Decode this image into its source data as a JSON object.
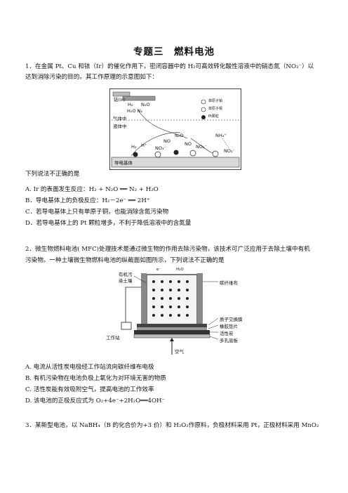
{
  "doc": {
    "title": "专题三　燃料电池",
    "q1": {
      "stem_line1": "1．在金属 Pt、Cu 和铱（Ir）的催化作用下，密闭容器中的 H₂可高效转化酸性溶液中的硝态氮（NO₃⁻）以",
      "stem_line2": "达到消除污染的目的。其工作原理的示意图如下：",
      "prompt": "下列说法不正确的是",
      "options": {
        "a": "A. Ir 的表面发生反应：H₂ + N₂O ══ N₂ + H₂O",
        "b": "B．导电基体上的负极反应：H₂－2e⁻ ══ 2H⁺",
        "c": "C．若导电基体上只有单原子铜，也能消除含氮污染物",
        "d": "D．若导电基体上的 Pt 颗粒增多，不利于降低溶液中的含氮量"
      },
      "figure": {
        "ir_label": "铱(Ir)",
        "h2": "H₂",
        "n2o": "N₂O",
        "h2o_n2": "H₂O N₂",
        "gas_label": "气体中",
        "liquid_label": "液体中",
        "base_label": "导电基体",
        "legend": [
          "单原子铂",
          "单原子铜",
          "Pt颗粒"
        ],
        "species": [
          "H₂",
          "H⁺",
          "NO₃⁻",
          "NO",
          "N₂O",
          "NO",
          "NO₃⁻",
          "NH₄⁺",
          "NO₃⁻"
        ]
      }
    },
    "q2": {
      "stem_line1": "2．微生物燃料电池( MFC)处理技术是通过微生物的作用去除污染物，该技术可广泛应用于去除土壤中有机",
      "stem_line2": "污染物。一种土壤微生物燃料电池的纵截面如图所示，下列说法不正确的是",
      "options": {
        "a": "A. 电流从活性炭电极经工作站流向碳纤维布电极",
        "b": "B. 有机污染物在电池负极上氧化为对环境无害的物质",
        "c": "C. 活性炭能有效吸附空气，提高电池的工作效率",
        "d": "D. 该电池的正极反应式为 O₂+4e⁻+2H₂O══4OH⁻"
      },
      "figure": {
        "left_labels": [
          "有机污",
          "染土壤"
        ],
        "station": "工作站",
        "right_labels": [
          "碳纤维布",
          "质子交换膜",
          "橡胶垫片",
          "活性炭",
          "多孔底板"
        ],
        "air": "空气",
        "top_labels": [
          "e⁻",
          "H₂O"
        ]
      }
    },
    "q3": {
      "stem_line1": "3．某新型电池，以 NaBH₄（B 的化合价为+3 价）和 H₂O₂作原料，负极材料采用 Pt，正极材料采用 MnO₂"
    }
  }
}
